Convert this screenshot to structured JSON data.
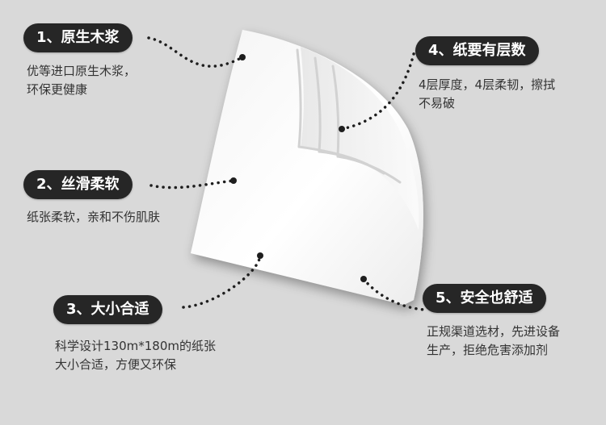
{
  "colors": {
    "background": "#d9d9d9",
    "pill": "#262626",
    "pill_text": "#ffffff",
    "body_text": "#333333",
    "connector": "#1e1e1e"
  },
  "features": [
    {
      "title": "1、原生木浆",
      "lines": [
        "优等进口原生木浆，",
        "环保更健康"
      ]
    },
    {
      "title": "2、丝滑柔软",
      "lines": [
        "纸张柔软，亲和不伤肌肤"
      ]
    },
    {
      "title": "3、大小合适",
      "lines": [
        "科学设计130m*180m的纸张",
        "大小合适，方便又环保"
      ]
    },
    {
      "title": "4、纸要有层数",
      "lines": [
        "4层厚度，4层柔韧，擦拭",
        "不易破"
      ]
    },
    {
      "title": "5、安全也舒适",
      "lines": [
        "正规渠道选材，先进设备",
        "生产，拒绝危害添加剂"
      ]
    }
  ]
}
